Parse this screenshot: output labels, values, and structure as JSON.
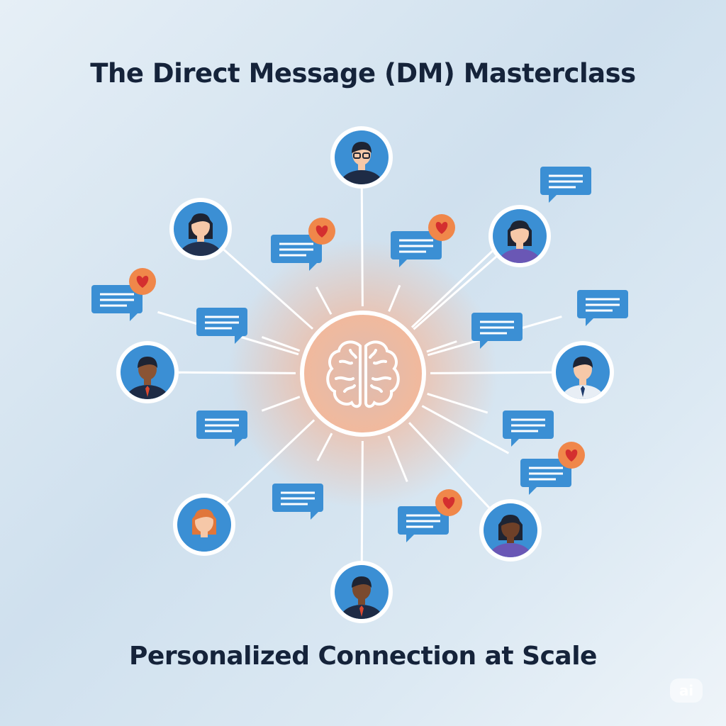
{
  "title": "The Direct Message (DM) Masterclass",
  "subtitle": "Personalized Connection at Scale",
  "watermark": "ai",
  "center_icon": "brain-icon",
  "colors": {
    "bubble": "#3b8fd4",
    "heart_badge": "#f0874a",
    "heart": "#d42f2f",
    "avatar_bg": "#3b8fd4",
    "glow": "#f4a57e",
    "spoke": "#ffffff"
  },
  "avatars": [
    {
      "name": "man-glasses",
      "skin": "#f6c8a8",
      "hair": "#1e2433",
      "shirt": "#1e2b45"
    },
    {
      "name": "woman-dark-hair",
      "skin": "#f6c8a8",
      "hair": "#1e2433",
      "shirt": "#22314f"
    },
    {
      "name": "woman-bob",
      "skin": "#f6c8a8",
      "hair": "#1e2433",
      "shirt": "#6a57b5"
    },
    {
      "name": "man-smiling",
      "skin": "#8a5434",
      "hair": "#1e2433",
      "shirt": "#1e2b45"
    },
    {
      "name": "man-tie",
      "skin": "#f6c8a8",
      "hair": "#1e2433",
      "shirt": "#e8eef5"
    },
    {
      "name": "woman-red-hair",
      "skin": "#f6c8a8",
      "hair": "#e0763a",
      "shirt": "#3b8fd4"
    },
    {
      "name": "woman-dark-skin",
      "skin": "#6e4028",
      "hair": "#1e2433",
      "shirt": "#6a57b5"
    },
    {
      "name": "man-suit",
      "skin": "#7a4a2e",
      "hair": "#1e2433",
      "shirt": "#1e2b45"
    }
  ],
  "bubbles": [
    {
      "heart": true
    },
    {
      "heart": true
    },
    {
      "heart": false
    },
    {
      "heart": true
    },
    {
      "heart": false
    },
    {
      "heart": false
    },
    {
      "heart": false
    },
    {
      "heart": false
    },
    {
      "heart": false
    },
    {
      "heart": true
    },
    {
      "heart": false
    },
    {
      "heart": true
    }
  ]
}
